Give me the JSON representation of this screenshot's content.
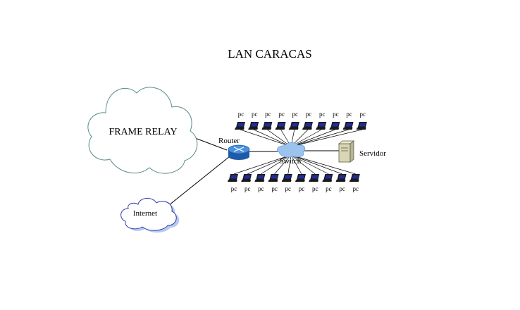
{
  "title": "LAN CARACAS",
  "nodes": {
    "frame_relay": "FRAME RELAY",
    "internet": "Internet",
    "router": "Router",
    "switch": "Switch",
    "server": "Servidor"
  },
  "pc_label": "pc",
  "pcs_top_count": 10,
  "pcs_bottom_count": 10,
  "colors": {
    "cloud_stroke": "#5a8a8a",
    "internet_fill": "#ffffff",
    "internet_shadow": "#b8c8f0",
    "internet_stroke": "#2a3aa8",
    "router": "#2e73c8",
    "switch": "#9bc3ee",
    "laptop_body": "#1a1a1a",
    "laptop_screen": "#1e2ea0",
    "server": "#d9d6b4",
    "line": "#000000"
  }
}
